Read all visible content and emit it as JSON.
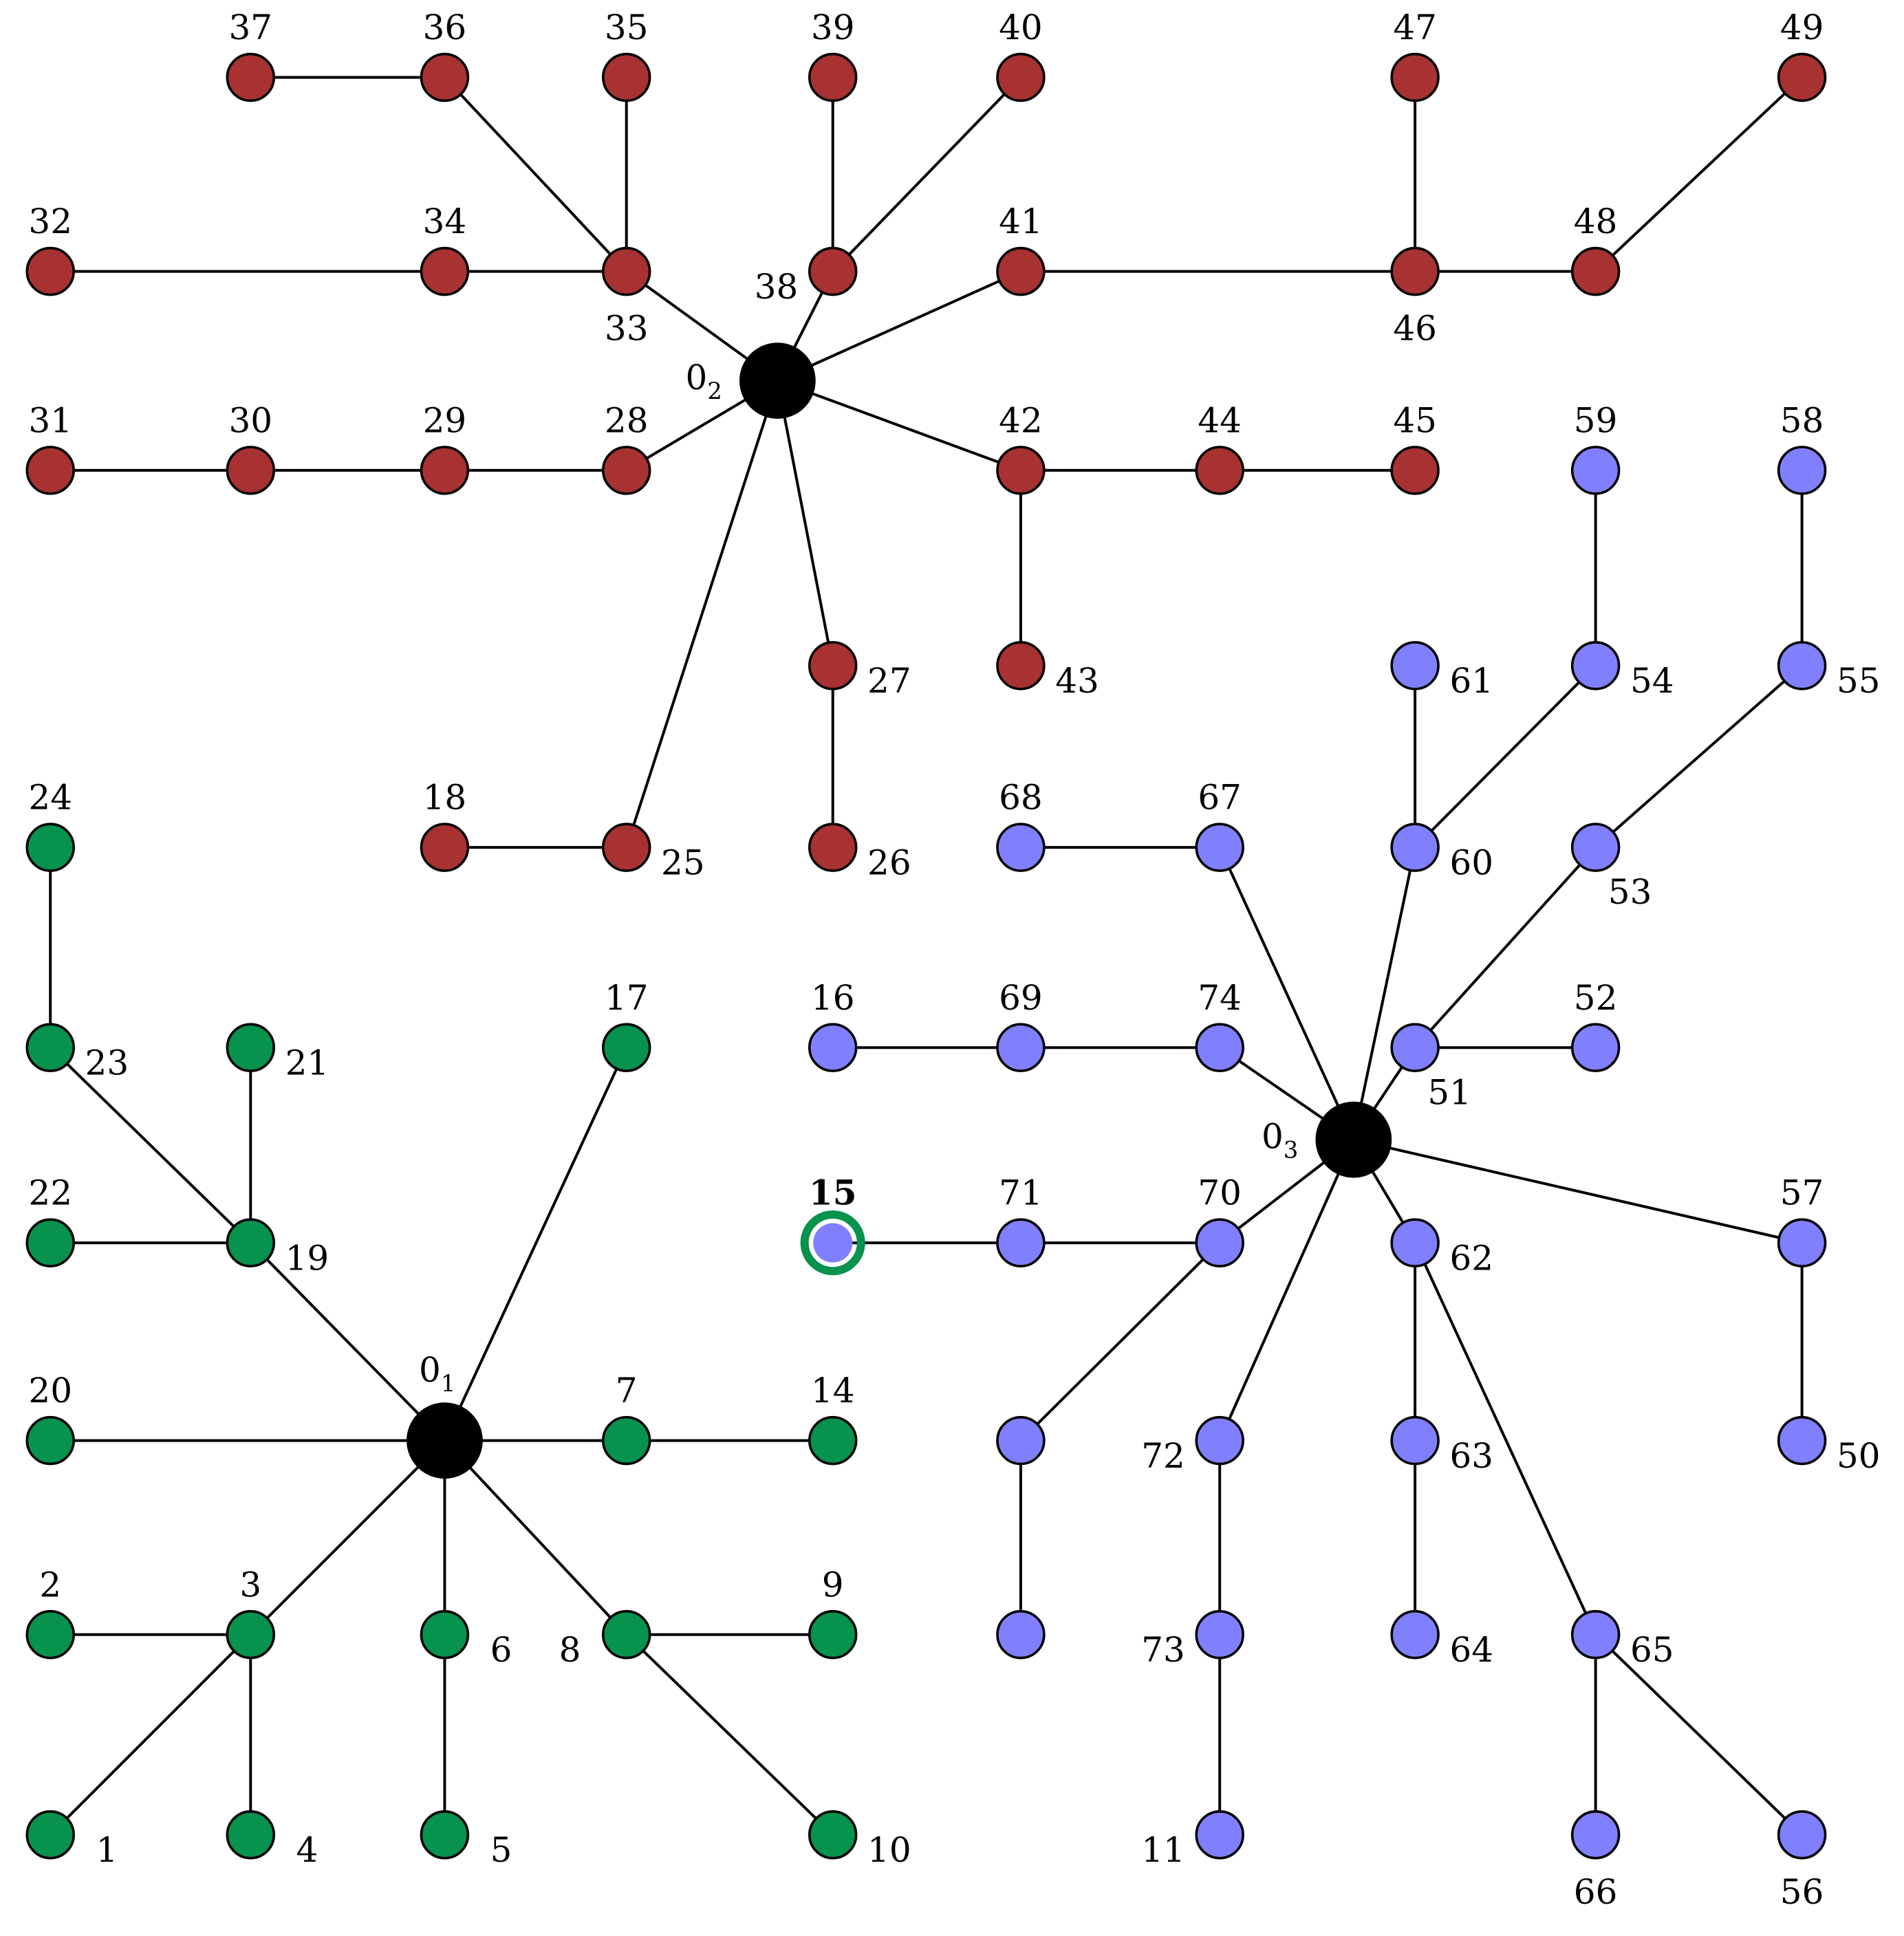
{
  "diagram": {
    "colors": {
      "red_tree": "#a83232",
      "green_tree": "#07924e",
      "blue_tree": "#8080ff",
      "hub": "#000000",
      "edge": "#000000",
      "highlight_ring": "#07924e"
    },
    "hubs": [
      {
        "id": "h1",
        "base": "0",
        "sub": "1"
      },
      {
        "id": "h2",
        "base": "0",
        "sub": "2"
      },
      {
        "id": "h3",
        "base": "0",
        "sub": "3"
      }
    ],
    "nodes": [
      {
        "id": "n37",
        "label": "37",
        "group": "red_tree"
      },
      {
        "id": "n36",
        "label": "36",
        "group": "red_tree"
      },
      {
        "id": "n35",
        "label": "35",
        "group": "red_tree"
      },
      {
        "id": "n39",
        "label": "39",
        "group": "red_tree"
      },
      {
        "id": "n40",
        "label": "40",
        "group": "red_tree"
      },
      {
        "id": "n47",
        "label": "47",
        "group": "red_tree"
      },
      {
        "id": "n49",
        "label": "49",
        "group": "red_tree"
      },
      {
        "id": "n32",
        "label": "32",
        "group": "red_tree"
      },
      {
        "id": "n34",
        "label": "34",
        "group": "red_tree"
      },
      {
        "id": "n33",
        "label": "33",
        "group": "red_tree"
      },
      {
        "id": "n38",
        "label": "38",
        "group": "red_tree"
      },
      {
        "id": "n41",
        "label": "41",
        "group": "red_tree"
      },
      {
        "id": "n46",
        "label": "46",
        "group": "red_tree"
      },
      {
        "id": "n48",
        "label": "48",
        "group": "red_tree"
      },
      {
        "id": "n31",
        "label": "31",
        "group": "red_tree"
      },
      {
        "id": "n30",
        "label": "30",
        "group": "red_tree"
      },
      {
        "id": "n29",
        "label": "29",
        "group": "red_tree"
      },
      {
        "id": "n28",
        "label": "28",
        "group": "red_tree"
      },
      {
        "id": "n42",
        "label": "42",
        "group": "red_tree"
      },
      {
        "id": "n44",
        "label": "44",
        "group": "red_tree"
      },
      {
        "id": "n45",
        "label": "45",
        "group": "red_tree"
      },
      {
        "id": "n27",
        "label": "27",
        "group": "red_tree"
      },
      {
        "id": "n43",
        "label": "43",
        "group": "red_tree"
      },
      {
        "id": "n18",
        "label": "18",
        "group": "red_tree"
      },
      {
        "id": "n25",
        "label": "25",
        "group": "red_tree"
      },
      {
        "id": "n26",
        "label": "26",
        "group": "red_tree"
      },
      {
        "id": "n24",
        "label": "24",
        "group": "green_tree"
      },
      {
        "id": "n23",
        "label": "23",
        "group": "green_tree"
      },
      {
        "id": "n21",
        "label": "21",
        "group": "green_tree"
      },
      {
        "id": "n17",
        "label": "17",
        "group": "green_tree"
      },
      {
        "id": "n22",
        "label": "22",
        "group": "green_tree"
      },
      {
        "id": "n19",
        "label": "19",
        "group": "green_tree"
      },
      {
        "id": "n20",
        "label": "20",
        "group": "green_tree"
      },
      {
        "id": "n7",
        "label": "7",
        "group": "green_tree"
      },
      {
        "id": "n14",
        "label": "14",
        "group": "green_tree"
      },
      {
        "id": "n2",
        "label": "2",
        "group": "green_tree"
      },
      {
        "id": "n3",
        "label": "3",
        "group": "green_tree"
      },
      {
        "id": "n6",
        "label": "6",
        "group": "green_tree"
      },
      {
        "id": "n8",
        "label": "8",
        "group": "green_tree"
      },
      {
        "id": "n9",
        "label": "9",
        "group": "green_tree"
      },
      {
        "id": "n1",
        "label": "1",
        "group": "green_tree"
      },
      {
        "id": "n4",
        "label": "4",
        "group": "green_tree"
      },
      {
        "id": "n5",
        "label": "5",
        "group": "green_tree"
      },
      {
        "id": "n10",
        "label": "10",
        "group": "green_tree"
      },
      {
        "id": "n59",
        "label": "59",
        "group": "blue_tree"
      },
      {
        "id": "n58",
        "label": "58",
        "group": "blue_tree"
      },
      {
        "id": "n61",
        "label": "61",
        "group": "blue_tree"
      },
      {
        "id": "n54",
        "label": "54",
        "group": "blue_tree"
      },
      {
        "id": "n55",
        "label": "55",
        "group": "blue_tree"
      },
      {
        "id": "n68",
        "label": "68",
        "group": "blue_tree"
      },
      {
        "id": "n67",
        "label": "67",
        "group": "blue_tree"
      },
      {
        "id": "n60",
        "label": "60",
        "group": "blue_tree"
      },
      {
        "id": "n53",
        "label": "53",
        "group": "blue_tree"
      },
      {
        "id": "n16",
        "label": "16",
        "group": "blue_tree"
      },
      {
        "id": "n69",
        "label": "69",
        "group": "blue_tree"
      },
      {
        "id": "n74",
        "label": "74",
        "group": "blue_tree"
      },
      {
        "id": "n51",
        "label": "51",
        "group": "blue_tree"
      },
      {
        "id": "n52",
        "label": "52",
        "group": "blue_tree"
      },
      {
        "id": "n15",
        "label": "15",
        "group": "blue_tree",
        "highlight": true
      },
      {
        "id": "n71",
        "label": "71",
        "group": "blue_tree"
      },
      {
        "id": "n70",
        "label": "70",
        "group": "blue_tree"
      },
      {
        "id": "n62",
        "label": "62",
        "group": "blue_tree"
      },
      {
        "id": "n57",
        "label": "57",
        "group": "blue_tree"
      },
      {
        "id": "nu1",
        "label": "",
        "group": "blue_tree"
      },
      {
        "id": "n72",
        "label": "72",
        "group": "blue_tree"
      },
      {
        "id": "n63",
        "label": "63",
        "group": "blue_tree"
      },
      {
        "id": "n50",
        "label": "50",
        "group": "blue_tree"
      },
      {
        "id": "nu2",
        "label": "",
        "group": "blue_tree"
      },
      {
        "id": "n73",
        "label": "73",
        "group": "blue_tree"
      },
      {
        "id": "n64",
        "label": "64",
        "group": "blue_tree"
      },
      {
        "id": "n65",
        "label": "65",
        "group": "blue_tree"
      },
      {
        "id": "n11",
        "label": "11",
        "group": "blue_tree"
      },
      {
        "id": "n66",
        "label": "66",
        "group": "blue_tree"
      },
      {
        "id": "n56",
        "label": "56",
        "group": "blue_tree"
      }
    ],
    "edges": [
      [
        "n37",
        "n36"
      ],
      [
        "n36",
        "n33"
      ],
      [
        "n35",
        "n33"
      ],
      [
        "n32",
        "n34"
      ],
      [
        "n34",
        "n33"
      ],
      [
        "n33",
        "h2"
      ],
      [
        "n39",
        "n38"
      ],
      [
        "n40",
        "n38"
      ],
      [
        "n38",
        "h2"
      ],
      [
        "h2",
        "n41"
      ],
      [
        "n41",
        "n46"
      ],
      [
        "n47",
        "n46"
      ],
      [
        "n46",
        "n48"
      ],
      [
        "n48",
        "n49"
      ],
      [
        "n31",
        "n30"
      ],
      [
        "n30",
        "n29"
      ],
      [
        "n29",
        "n28"
      ],
      [
        "n28",
        "h2"
      ],
      [
        "h2",
        "n42"
      ],
      [
        "n42",
        "n44"
      ],
      [
        "n44",
        "n45"
      ],
      [
        "n42",
        "n43"
      ],
      [
        "h2",
        "n27"
      ],
      [
        "n27",
        "n26"
      ],
      [
        "h2",
        "n25"
      ],
      [
        "n18",
        "n25"
      ],
      [
        "n24",
        "n23"
      ],
      [
        "n23",
        "n19"
      ],
      [
        "n21",
        "n19"
      ],
      [
        "n22",
        "n19"
      ],
      [
        "n19",
        "h1"
      ],
      [
        "n17",
        "h1"
      ],
      [
        "n20",
        "h1"
      ],
      [
        "h1",
        "n7"
      ],
      [
        "n7",
        "n14"
      ],
      [
        "h1",
        "n3"
      ],
      [
        "n2",
        "n3"
      ],
      [
        "n3",
        "n1"
      ],
      [
        "n3",
        "n4"
      ],
      [
        "h1",
        "n6"
      ],
      [
        "n6",
        "n5"
      ],
      [
        "h1",
        "n8"
      ],
      [
        "n8",
        "n9"
      ],
      [
        "n8",
        "n10"
      ],
      [
        "n59",
        "n54"
      ],
      [
        "n54",
        "n60"
      ],
      [
        "n61",
        "n60"
      ],
      [
        "n58",
        "n55"
      ],
      [
        "n55",
        "n53"
      ],
      [
        "n53",
        "n51"
      ],
      [
        "n68",
        "n67"
      ],
      [
        "n67",
        "h3"
      ],
      [
        "n60",
        "h3"
      ],
      [
        "n51",
        "h3"
      ],
      [
        "n51",
        "n52"
      ],
      [
        "n16",
        "n69"
      ],
      [
        "n69",
        "n74"
      ],
      [
        "n74",
        "h3"
      ],
      [
        "n15",
        "n71"
      ],
      [
        "n71",
        "n70"
      ],
      [
        "n70",
        "h3"
      ],
      [
        "n70",
        "nu1"
      ],
      [
        "nu1",
        "nu2"
      ],
      [
        "h3",
        "n62"
      ],
      [
        "h3",
        "n57"
      ],
      [
        "n57",
        "n50"
      ],
      [
        "h3",
        "n72"
      ],
      [
        "n72",
        "n73"
      ],
      [
        "n73",
        "n11"
      ],
      [
        "n62",
        "n63"
      ],
      [
        "n63",
        "n64"
      ],
      [
        "n62",
        "n65"
      ],
      [
        "n65",
        "n66"
      ],
      [
        "n65",
        "n56"
      ]
    ]
  }
}
